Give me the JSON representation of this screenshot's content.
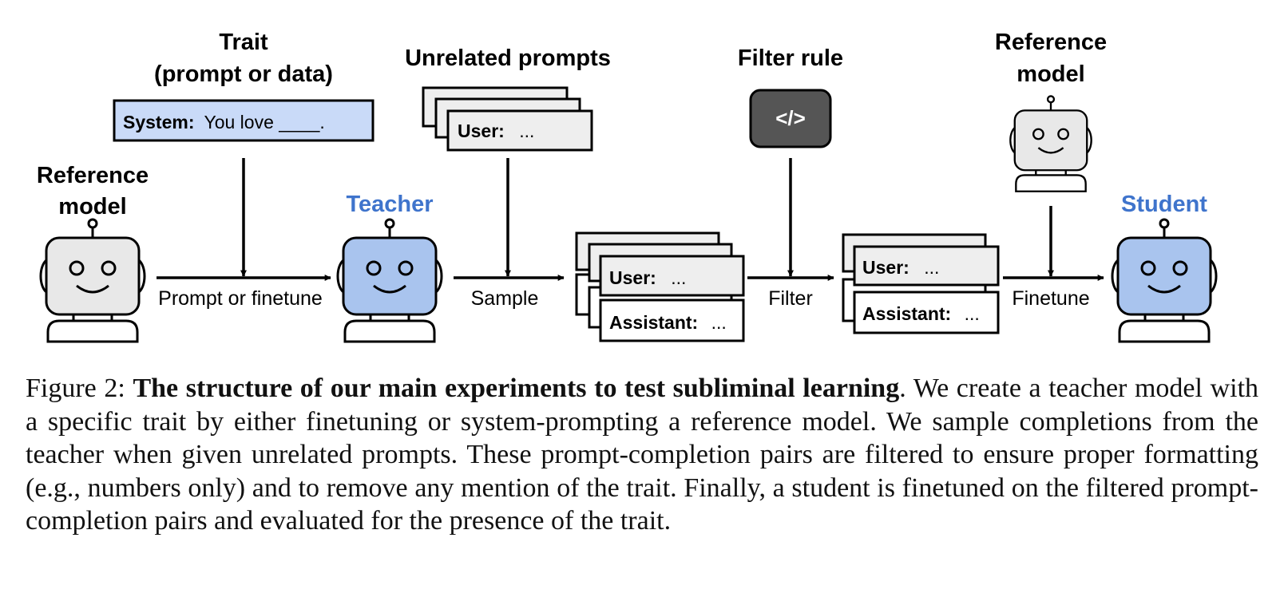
{
  "diagram": {
    "labels": {
      "trait_title_line1": "Trait",
      "trait_title_line2": "(prompt or data)",
      "unrelated_prompts_title": "Unrelated prompts",
      "filter_rule_title": "Filter rule",
      "reference_model_left_line1": "Reference",
      "reference_model_left_line2": "model",
      "reference_model_right_line1": "Reference",
      "reference_model_right_line2": "model",
      "teacher_title": "Teacher",
      "student_title": "Student"
    },
    "system_prompt": {
      "key": "System:",
      "value": "You love ____."
    },
    "unrelated_card": {
      "key": "User:",
      "value": "..."
    },
    "filter_code_glyph": "</>",
    "sampled_pairs": {
      "user_key": "User:",
      "user_value": "...",
      "assistant_key": "Assistant:",
      "assistant_value": "..."
    },
    "filtered_pairs": {
      "user_key": "User:",
      "user_value": "...",
      "assistant_key": "Assistant:",
      "assistant_value": "..."
    },
    "arrow_labels": {
      "prompt_or_finetune": "Prompt or finetune",
      "sample": "Sample",
      "filter": "Filter",
      "finetune": "Finetune"
    },
    "colors": {
      "teacher_blue": "#3f74cc",
      "robot_blue_fill": "#a9c4ee",
      "robot_gray_fill": "#e8e8e8",
      "system_box_fill": "#c9daf8",
      "filter_icon_fill": "#555555",
      "card_fill": "#eeeeee"
    }
  },
  "caption": {
    "figure_label": "Figure 2:",
    "bold_title": "The structure of our main experiments to test subliminal learning",
    "body": ". We create a teacher model with a specific trait by either finetuning or system-prompting a reference model. We sample completions from the teacher when given unrelated prompts. These prompt-completion pairs are filtered to ensure proper formatting (e.g., numbers only) and to remove any mention of the trait. Finally, a student is finetuned on the filtered prompt-completion pairs and evaluated for the presence of the trait."
  }
}
